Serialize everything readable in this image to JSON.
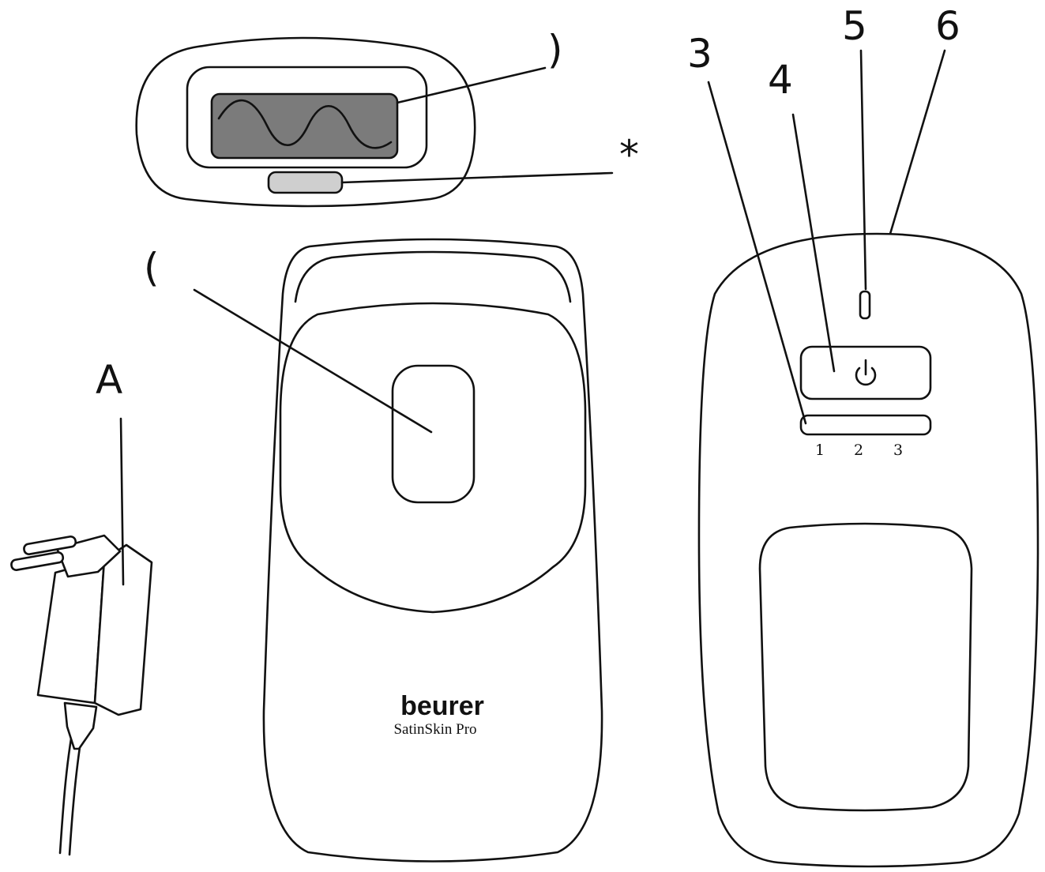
{
  "labels": {
    "attachment_window": ")",
    "attachment_sensor": "*",
    "handpiece_window": "(",
    "adapter": "A",
    "intensity_display": "3",
    "power_button": "4",
    "indicator_light": "5",
    "device_top": "6"
  },
  "intensity_scale": [
    "1",
    "2",
    "3"
  ],
  "branding": {
    "brand": "beurer",
    "model": "SatinSkin Pro"
  },
  "colors": {
    "outline": "#111111",
    "window_fill": "#7b7b7b",
    "sensor_fill": "#cfcfcf"
  }
}
